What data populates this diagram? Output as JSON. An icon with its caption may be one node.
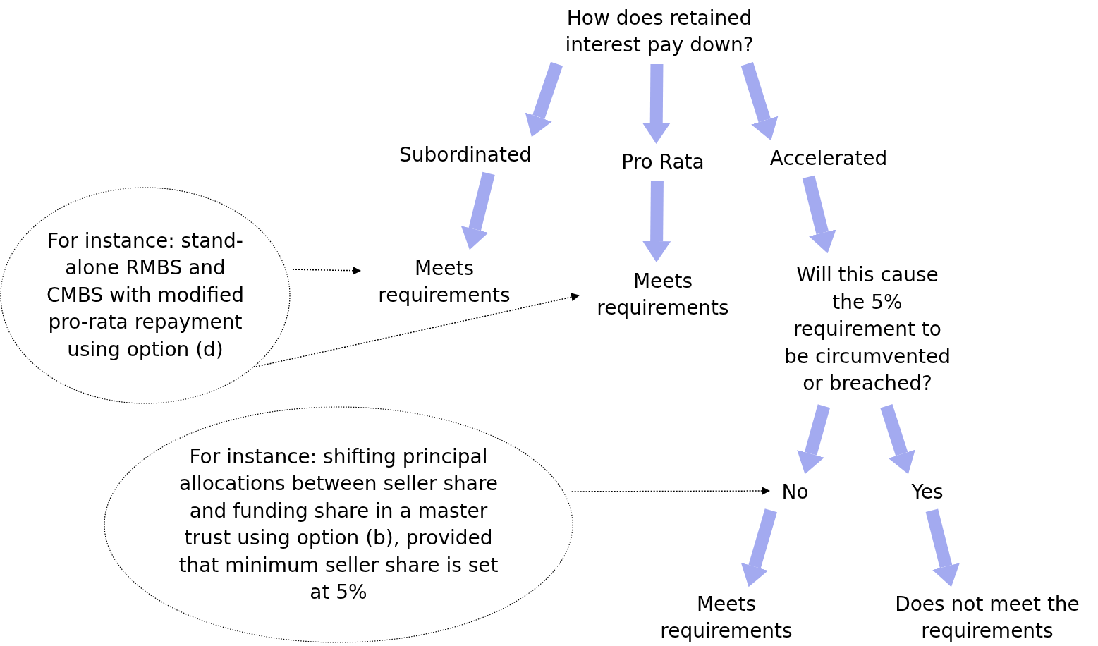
{
  "diagram": {
    "nodes": [
      {
        "text": [
          "How does retained interest pay down?"
        ]
      },
      {
        "text": [
          "Subordinated"
        ]
      },
      {
        "text": [
          "Pro Rata"
        ]
      },
      {
        "text": [
          "Accelerated"
        ]
      },
      {
        "text": [
          "Meets requirements"
        ]
      },
      {
        "text": [
          "Meets requirements"
        ]
      },
      {
        "text": [
          "Will this cause the 5% requirement to be circumvented or breached?"
        ]
      },
      {
        "text": [
          "For instance: stand-alone RMBS and CMBS with modified pro-rata repayment using option (d)"
        ]
      },
      {
        "text": [
          "No"
        ]
      },
      {
        "text": [
          "Yes"
        ]
      },
      {
        "text": [
          "For instance: shifting principal allocations between seller share and funding share in a master trust using option (b), provided that minimum seller share is set at 5%"
        ]
      },
      {
        "text": [
          "Meets requirements"
        ]
      },
      {
        "text": [
          "Does not meet the requirements"
        ]
      }
    ],
    "edges": [
      {
        "from": 0,
        "to": 1,
        "arrow": "to"
      },
      {
        "from": 0,
        "to": 2,
        "arrow": "to"
      },
      {
        "from": 0,
        "to": 3,
        "arrow": "to"
      },
      {
        "from": 1,
        "to": 4,
        "arrow": "to"
      },
      {
        "from": 2,
        "to": 5,
        "arrow": "to"
      },
      {
        "from": 3,
        "to": 6,
        "arrow": "to"
      },
      {
        "from": 7,
        "to": 4,
        "arrow": "to",
        "style": "dashed",
        "color": "#000000"
      },
      {
        "from": 7,
        "to": 5,
        "arrow": "to",
        "style": "dashed",
        "color": "#000000"
      },
      {
        "from": 6,
        "to": 8,
        "arrow": "to"
      },
      {
        "from": 6,
        "to": 9,
        "arrow": "to"
      },
      {
        "from": 10,
        "to": 8,
        "arrow": "to",
        "style": "dashed",
        "color": "#000000"
      },
      {
        "from": 8,
        "to": 11,
        "arrow": "to"
      },
      {
        "from": 9,
        "to": 12,
        "arrow": "to"
      }
    ]
  }
}
